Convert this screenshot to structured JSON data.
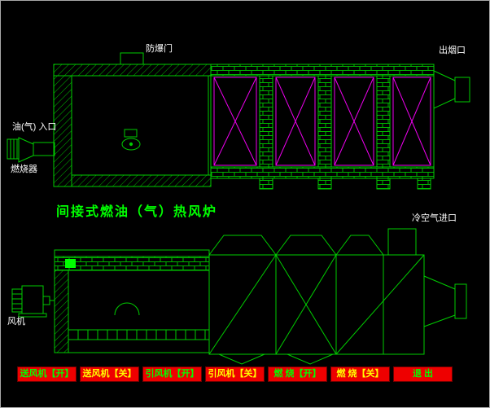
{
  "title": "间接式燃油（气）热风炉",
  "labels": {
    "explosion_door": "防爆门",
    "smoke_outlet": "出烟口",
    "oil_gas_inlet": "油(气) 入口",
    "burner": "燃烧器",
    "cold_air_inlet": "冷空气进口",
    "fan": "风机"
  },
  "buttons": [
    {
      "label": "送风机【开】",
      "color": "#00ff00"
    },
    {
      "label": "送风机【关】",
      "color": "#ffff00"
    },
    {
      "label": "引风机【开】",
      "color": "#00ff00"
    },
    {
      "label": "引风机【关】",
      "color": "#ffff00"
    },
    {
      "label": "燃 烧【开】",
      "color": "#00ff00"
    },
    {
      "label": "燃 烧【关】",
      "color": "#ffff00"
    },
    {
      "label": "退  出",
      "color": "#00ff00"
    }
  ],
  "colors": {
    "line": "#00cc00",
    "bright": "#00ff00",
    "cross": "#ee00ee",
    "button_bg": "#ee0000",
    "label_text": "#ffffff"
  }
}
